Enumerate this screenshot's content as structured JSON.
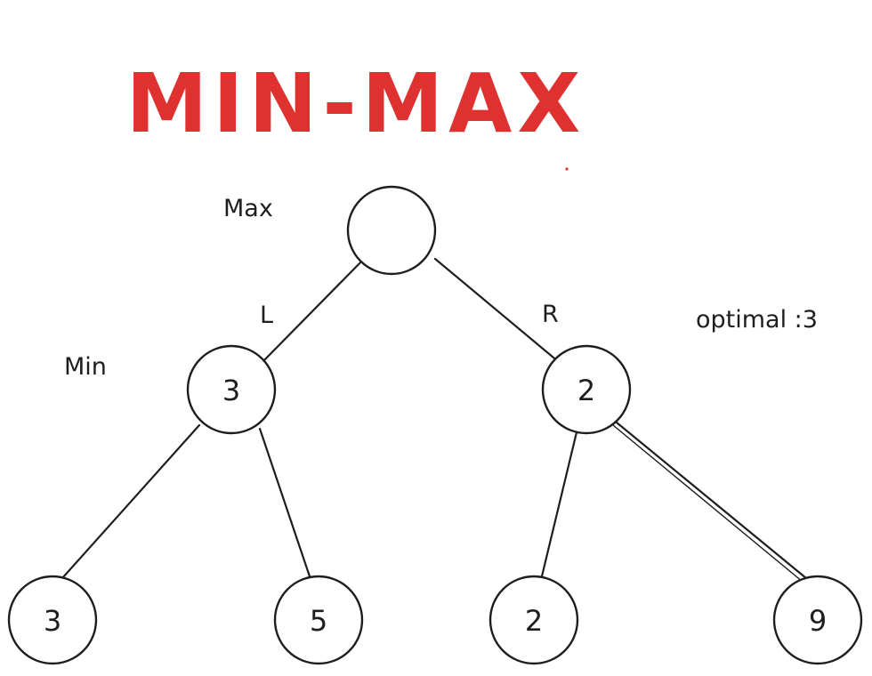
{
  "title": "MIN-MAX",
  "colors": {
    "title": "#e03131",
    "ink": "#1e1e1e",
    "background": "#ffffff"
  },
  "labels": {
    "max_level": "Max",
    "min_level": "Min",
    "left_branch": "L",
    "right_branch": "R",
    "optimal": "optimal :3"
  },
  "tree": {
    "root": {
      "value": ""
    },
    "min_left": {
      "value": "3"
    },
    "min_right": {
      "value": "2"
    },
    "leaves": [
      {
        "value": "3"
      },
      {
        "value": "5"
      },
      {
        "value": "2"
      },
      {
        "value": "9"
      }
    ]
  }
}
